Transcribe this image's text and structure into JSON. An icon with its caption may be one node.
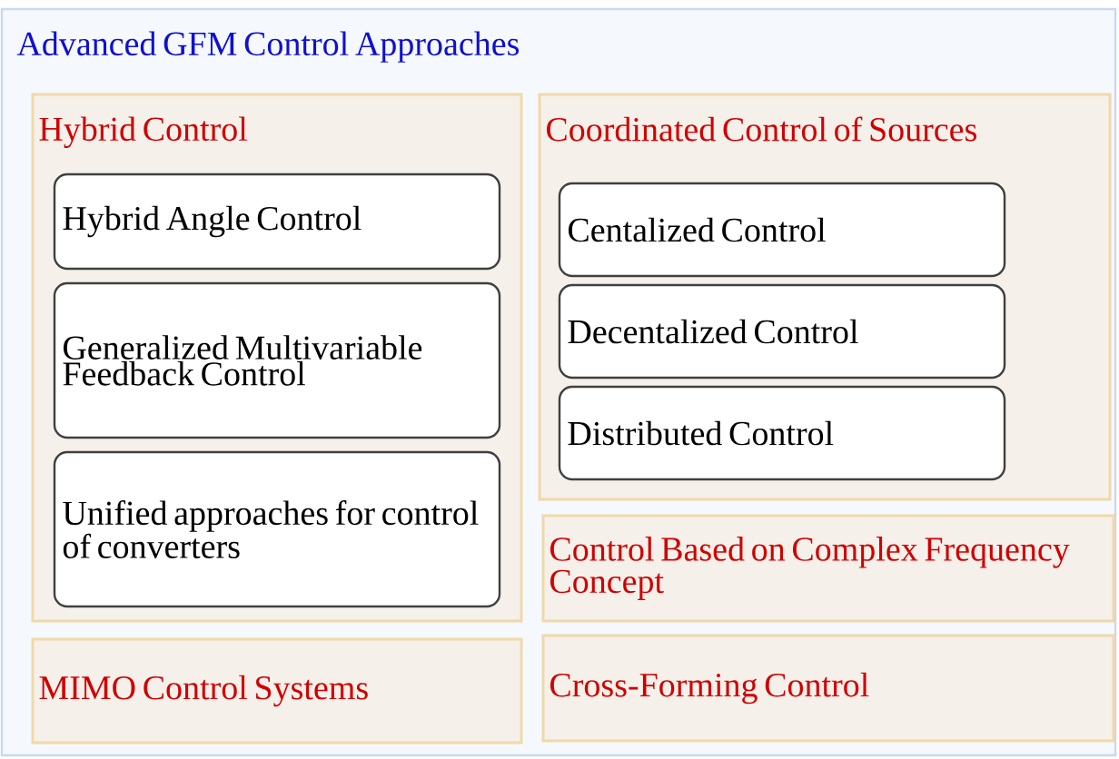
{
  "diagram": {
    "nodes": [
      {
        "text": [
          "Advanced GFM Control Approaches"
        ]
      },
      {
        "text": [
          "Hybrid Control"
        ],
        "in": 0
      },
      {
        "text": [
          "Hybrid Angle Control"
        ],
        "in": 1
      },
      {
        "text": [
          "Generalized Multivariable Feedback Control"
        ],
        "in": 1
      },
      {
        "text": [
          "Unified approaches for control of converters"
        ],
        "in": 1
      },
      {
        "text": [
          "Coordinated Control of Sources"
        ],
        "in": 0
      },
      {
        "text": [
          "Centalized Control"
        ],
        "in": 5
      },
      {
        "text": [
          "Decentalized Control"
        ],
        "in": 5
      },
      {
        "text": [
          "Distributed Control"
        ],
        "in": 5
      },
      {
        "text": [
          "Control Based on Complex Frequency Concept"
        ],
        "in": 0
      },
      {
        "text": [
          "MIMO Control Systems"
        ],
        "in": 0
      },
      {
        "text": [
          "Cross-Forming Control"
        ],
        "in": 0
      }
    ]
  }
}
